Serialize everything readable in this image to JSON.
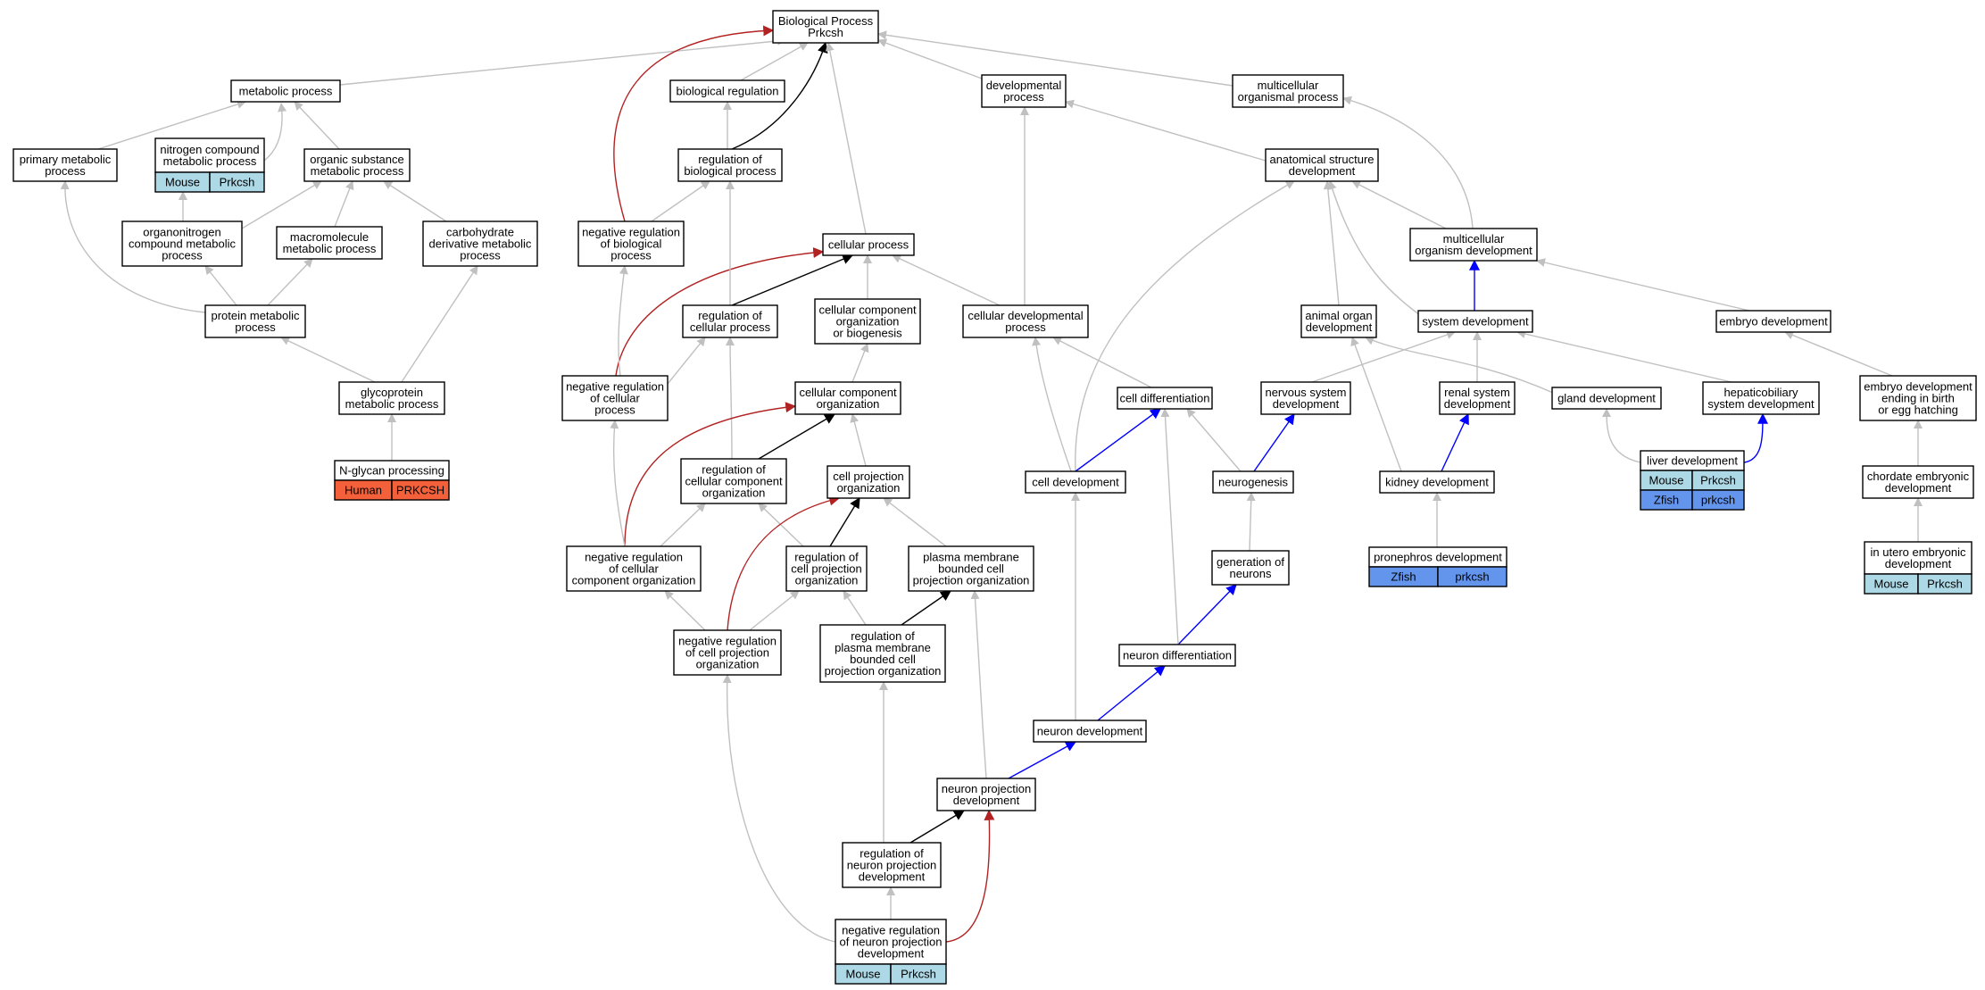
{
  "colors": {
    "gray": "#c0c0c0",
    "black": "#000000",
    "blue": "#0000ff",
    "red": "#b22222",
    "mouse": "#add8e6",
    "zfish": "#6495ed",
    "human": "#f4603a"
  },
  "nodes": {
    "bp": {
      "lines": [
        "Biological Process",
        "Prkcsh"
      ]
    },
    "metabolic": {
      "lines": [
        "metabolic process"
      ]
    },
    "bioreg": {
      "lines": [
        "biological regulation"
      ]
    },
    "devproc": {
      "lines": [
        "developmental",
        "process"
      ]
    },
    "multiorg": {
      "lines": [
        "multicellular",
        "organismal process"
      ]
    },
    "primary": {
      "lines": [
        "primary metabolic",
        "process"
      ]
    },
    "nitrogen": {
      "lines": [
        "nitrogen compound",
        "metabolic process"
      ],
      "annotations": [
        [
          "Mouse",
          "Prkcsh"
        ]
      ],
      "ann_color": "mouse"
    },
    "organicsub": {
      "lines": [
        "organic substance",
        "metabolic process"
      ]
    },
    "regbio": {
      "lines": [
        "regulation of",
        "biological process"
      ]
    },
    "anatdev": {
      "lines": [
        "anatomical structure",
        "development"
      ]
    },
    "organonitro": {
      "lines": [
        "organonitrogen",
        "compound metabolic",
        "process"
      ]
    },
    "macromol": {
      "lines": [
        "macromolecule",
        "metabolic process"
      ]
    },
    "carbo": {
      "lines": [
        "carbohydrate",
        "derivative metabolic",
        "process"
      ]
    },
    "negregbio": {
      "lines": [
        "negative regulation",
        "of biological",
        "process"
      ]
    },
    "cellproc": {
      "lines": [
        "cellular process"
      ]
    },
    "multiorgdev": {
      "lines": [
        "multicellular",
        "organism development"
      ]
    },
    "protmet": {
      "lines": [
        "protein metabolic",
        "process"
      ]
    },
    "regcell": {
      "lines": [
        "regulation of",
        "cellular process"
      ]
    },
    "ccob": {
      "lines": [
        "cellular component",
        "organization",
        "or biogenesis"
      ]
    },
    "celldevproc": {
      "lines": [
        "cellular developmental",
        "process"
      ]
    },
    "animorg": {
      "lines": [
        "animal organ",
        "development"
      ]
    },
    "sysdev": {
      "lines": [
        "system development"
      ]
    },
    "embryodev": {
      "lines": [
        "embryo development"
      ]
    },
    "glyco": {
      "lines": [
        "glycoprotein",
        "metabolic process"
      ]
    },
    "negregcell": {
      "lines": [
        "negative regulation",
        "of cellular",
        "process"
      ]
    },
    "ccorg": {
      "lines": [
        "cellular component",
        "organization"
      ]
    },
    "celldiff": {
      "lines": [
        "cell differentiation"
      ]
    },
    "nervdev": {
      "lines": [
        "nervous system",
        "development"
      ]
    },
    "renaldev": {
      "lines": [
        "renal system",
        "development"
      ]
    },
    "glanddev": {
      "lines": [
        "gland development"
      ]
    },
    "hepato": {
      "lines": [
        "hepaticobiliary",
        "system development"
      ]
    },
    "embryohatch": {
      "lines": [
        "embryo development",
        "ending in birth",
        "or egg hatching"
      ]
    },
    "nglycan": {
      "lines": [
        "N-glycan processing"
      ],
      "annotations": [
        [
          "Human",
          "PRKCSH"
        ]
      ],
      "ann_color": "human"
    },
    "regccorg": {
      "lines": [
        "regulation of",
        "cellular component",
        "organization"
      ]
    },
    "cellproj": {
      "lines": [
        "cell projection",
        "organization"
      ]
    },
    "celldev": {
      "lines": [
        "cell development"
      ]
    },
    "neurogen": {
      "lines": [
        "neurogenesis"
      ]
    },
    "kidney": {
      "lines": [
        "kidney development"
      ]
    },
    "liver": {
      "lines": [
        "liver development"
      ],
      "annotations": [
        [
          "Mouse",
          "Prkcsh"
        ],
        [
          "Zfish",
          "prkcsh"
        ]
      ],
      "ann_colors": [
        "mouse",
        "zfish"
      ]
    },
    "chordate": {
      "lines": [
        "chordate embryonic",
        "development"
      ]
    },
    "negregccorg": {
      "lines": [
        "negative regulation",
        "of cellular",
        "component organization"
      ]
    },
    "regcellproj": {
      "lines": [
        "regulation of",
        "cell projection",
        "organization"
      ]
    },
    "pmbcpo": {
      "lines": [
        "plasma membrane",
        "bounded cell",
        "projection organization"
      ]
    },
    "genneur": {
      "lines": [
        "generation of",
        "neurons"
      ]
    },
    "pronephros": {
      "lines": [
        "pronephros development"
      ],
      "annotations": [
        [
          "Zfish",
          "prkcsh"
        ]
      ],
      "ann_color": "zfish"
    },
    "inutero": {
      "lines": [
        "in utero embryonic",
        "development"
      ],
      "annotations": [
        [
          "Mouse",
          "Prkcsh"
        ]
      ],
      "ann_color": "mouse"
    },
    "negregcellproj": {
      "lines": [
        "negative regulation",
        "of cell projection",
        "organization"
      ]
    },
    "regpmbcpo": {
      "lines": [
        "regulation of",
        "plasma membrane",
        "bounded cell",
        "projection organization"
      ]
    },
    "neurdiff": {
      "lines": [
        "neuron differentiation"
      ]
    },
    "neurdev": {
      "lines": [
        "neuron development"
      ]
    },
    "neurprojdev": {
      "lines": [
        "neuron projection",
        "development"
      ]
    },
    "regneurproj": {
      "lines": [
        "regulation of",
        "neuron projection",
        "development"
      ]
    },
    "negregneurproj": {
      "lines": [
        "negative regulation",
        "of neuron projection",
        "development"
      ],
      "annotations": [
        [
          "Mouse",
          "Prkcsh"
        ]
      ],
      "ann_color": "mouse"
    }
  }
}
